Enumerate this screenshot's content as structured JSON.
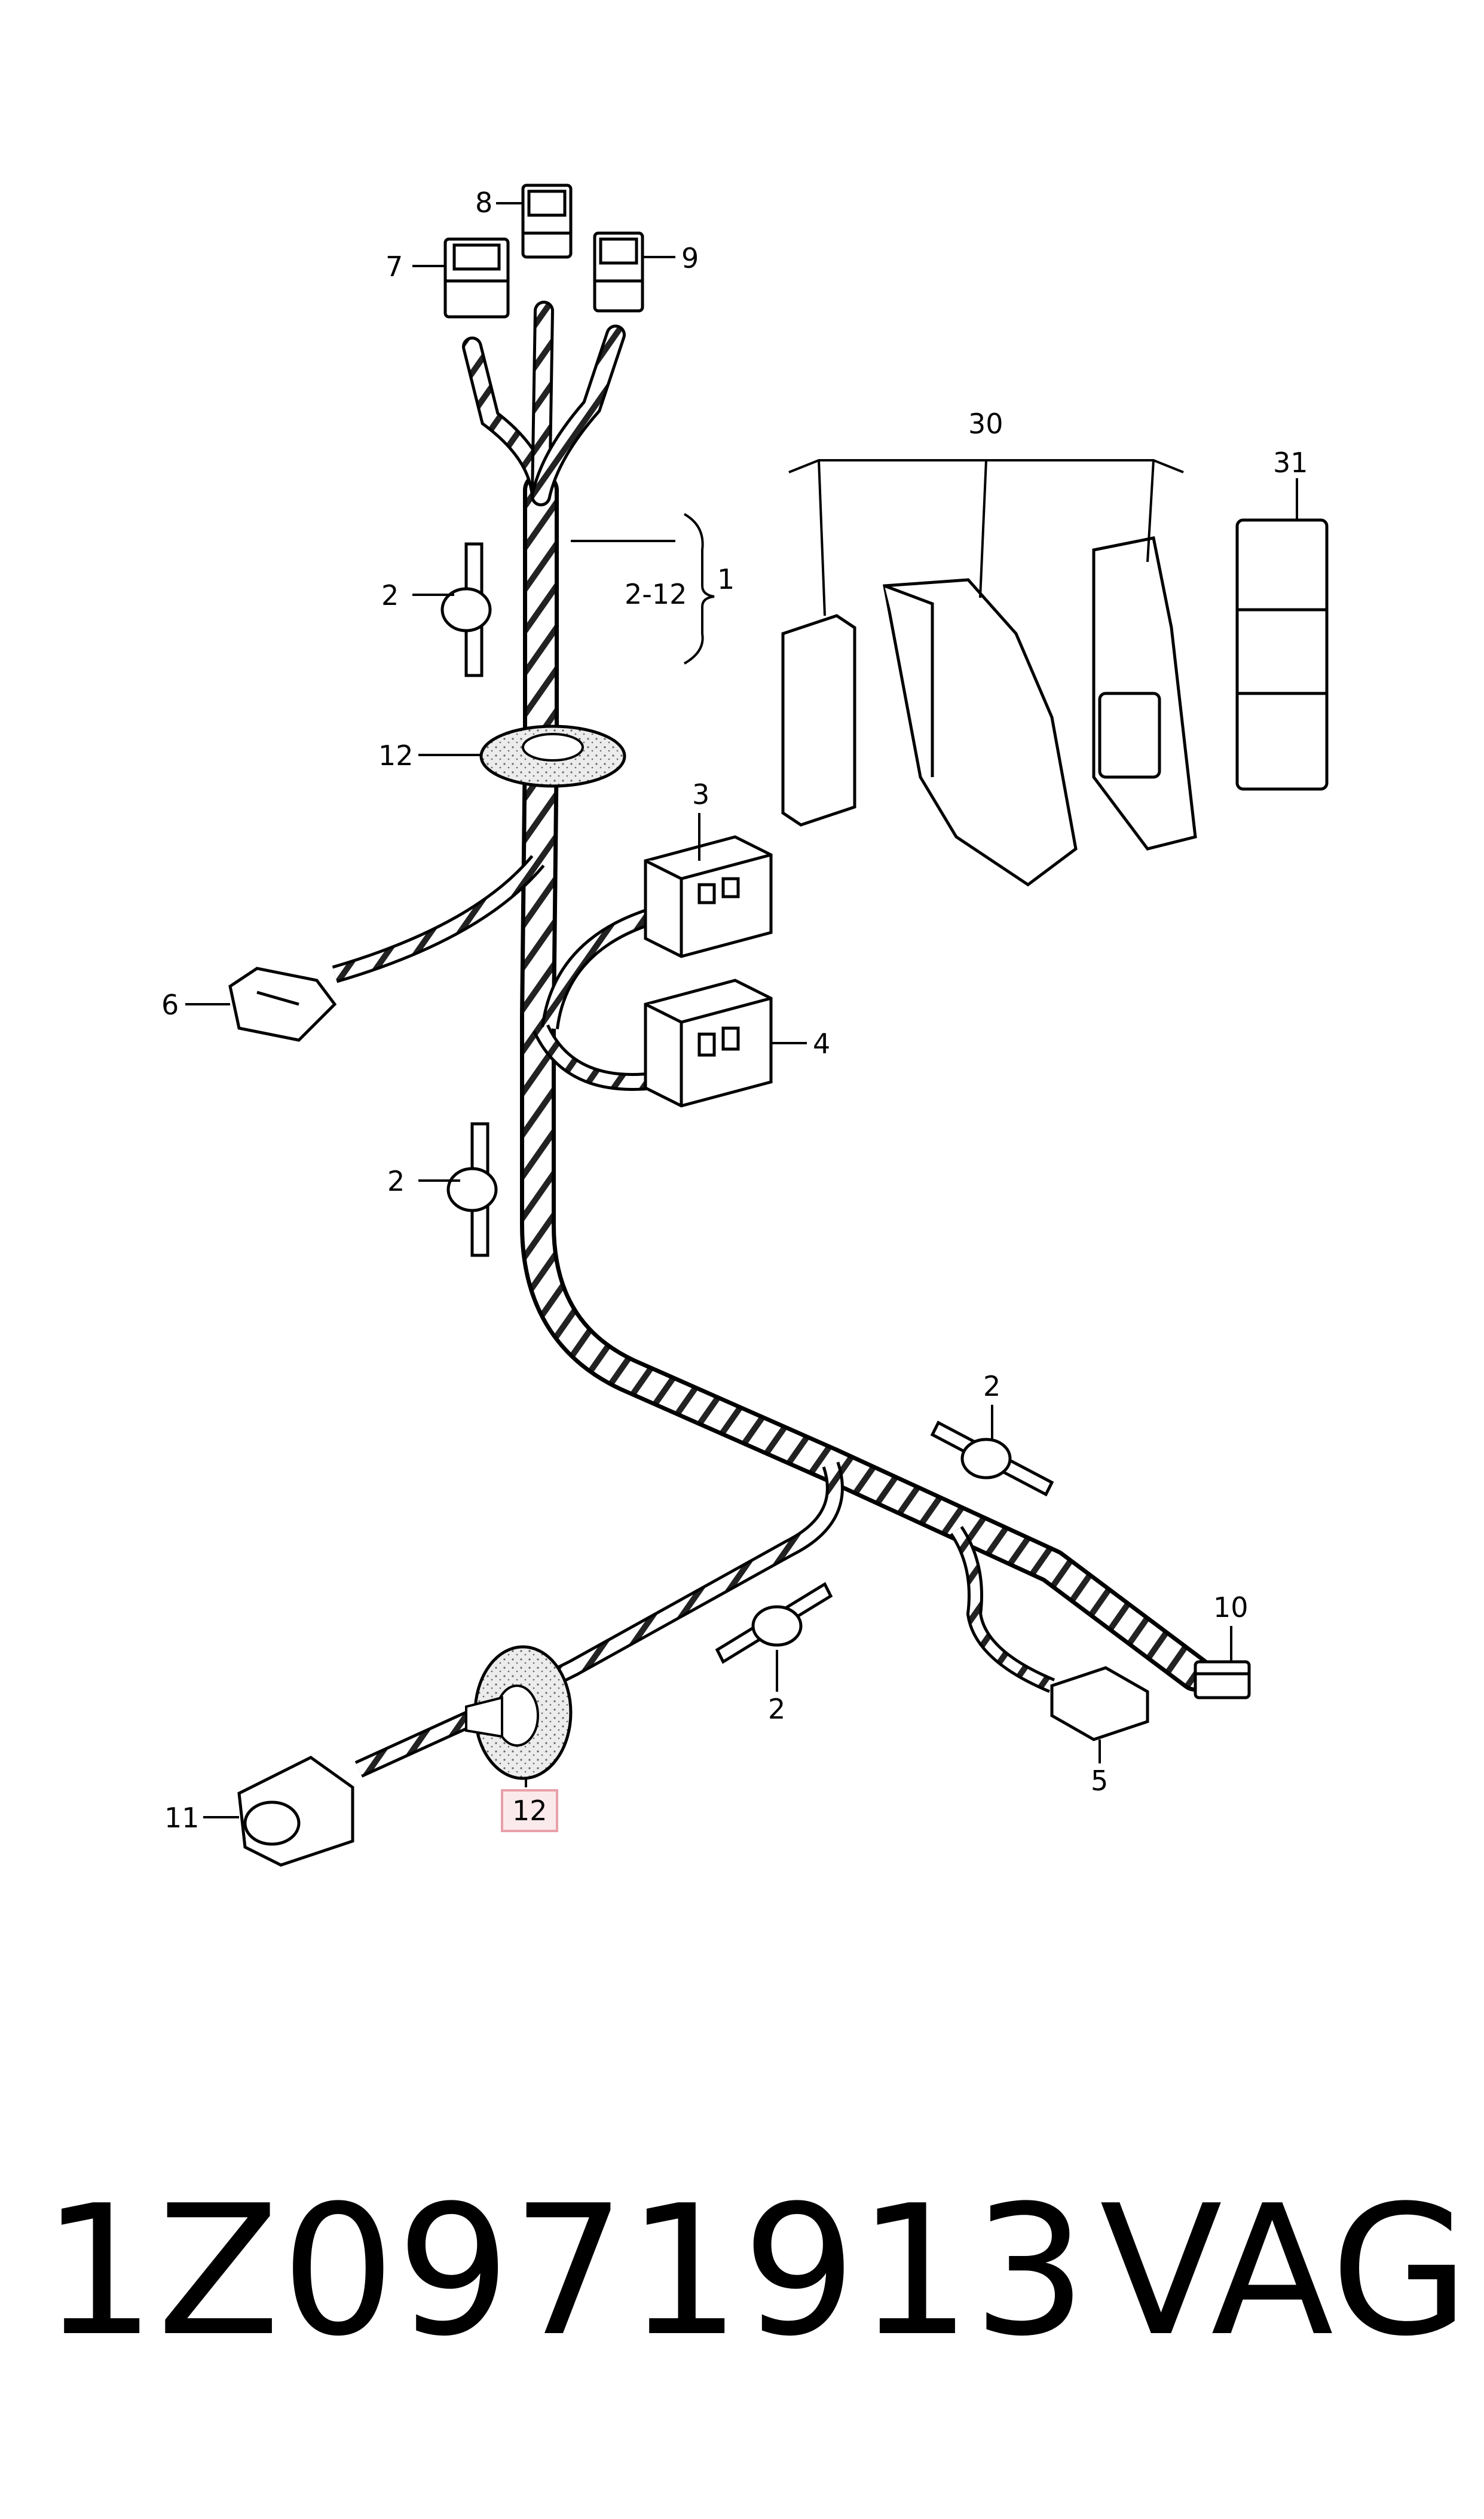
{
  "diagram": {
    "callouts": [
      {
        "id": "c1",
        "text": "1"
      },
      {
        "id": "c2-12",
        "text": "2-12"
      },
      {
        "id": "c2a",
        "text": "2"
      },
      {
        "id": "c2b",
        "text": "2"
      },
      {
        "id": "c2c",
        "text": "2"
      },
      {
        "id": "c2d",
        "text": "2"
      },
      {
        "id": "c3",
        "text": "3"
      },
      {
        "id": "c4",
        "text": "4"
      },
      {
        "id": "c5",
        "text": "5"
      },
      {
        "id": "c6",
        "text": "6"
      },
      {
        "id": "c7",
        "text": "7"
      },
      {
        "id": "c8",
        "text": "8"
      },
      {
        "id": "c9",
        "text": "9"
      },
      {
        "id": "c10",
        "text": "10"
      },
      {
        "id": "c11",
        "text": "11"
      },
      {
        "id": "c12a",
        "text": "12"
      },
      {
        "id": "c12b",
        "text": "12"
      },
      {
        "id": "c30",
        "text": "30"
      },
      {
        "id": "c31",
        "text": "31"
      }
    ],
    "highlight_color": "#e8a0a8"
  },
  "footer": {
    "part_number": "1Z0971913",
    "brand": "VAG"
  }
}
